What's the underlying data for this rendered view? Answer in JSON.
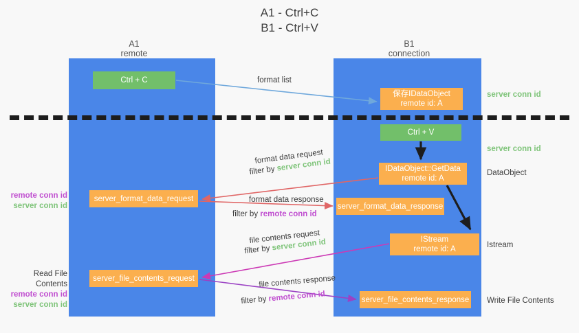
{
  "title": {
    "line1": "A1 - Ctrl+C",
    "line2": "B1 - Ctrl+V"
  },
  "lanes": [
    {
      "name": "A1",
      "subtitle": "remote"
    },
    {
      "name": "B1",
      "subtitle": "connection"
    }
  ],
  "boxes": {
    "ctrl_c": {
      "line1": "Ctrl + C"
    },
    "idataobject": {
      "line1": "保存IDataObject",
      "line2": "remote id: A"
    },
    "ctrl_v": {
      "line1": "Ctrl + V"
    },
    "getdata": {
      "line1": "IDataObject::GetData",
      "line2": "remote id: A"
    },
    "format_data_request": {
      "line1": "server_format_data_request"
    },
    "format_data_response": {
      "line1": "server_format_data_response"
    },
    "istream": {
      "line1": "IStream",
      "line2": "remote id: A"
    },
    "file_contents_request": {
      "line1": "server_file_contents_request"
    },
    "file_contents_response": {
      "line1": "server_file_contents_response"
    }
  },
  "captions": {
    "format_list": "format list",
    "format_data_request": "format data request",
    "filter_by": "filter by ",
    "server_conn_id": "server conn id",
    "remote_conn_id": "remote conn id",
    "format_data_response": "format data response",
    "file_contents_request": "file contents request",
    "file_contents_response": "file contents response"
  },
  "annotations": {
    "right_server_conn_1": "server conn id",
    "right_server_conn_2": "server conn id",
    "right_dataobject": "DataObject",
    "right_istream": "Istream",
    "right_write_file": "Write File Contents",
    "left_read_file": "Read File Contents",
    "remote_conn_id": "remote conn id",
    "server_conn_id": "server conn id"
  },
  "colors": {
    "lane": "#4a86e8",
    "green_box": "#72bf6a",
    "orange_box": "#fbaf4e",
    "green_text": "#7fc47a",
    "purple_text": "#c04fd0",
    "blue_arrow": "#6fa8dc",
    "red_arrow": "#e06666",
    "magenta_arrow": "#cc3ab5",
    "purple_arrow": "#9b42c4",
    "black_arrow": "#1d1d1d",
    "divider": "#1d1d1d",
    "background": "#f8f8f8"
  }
}
